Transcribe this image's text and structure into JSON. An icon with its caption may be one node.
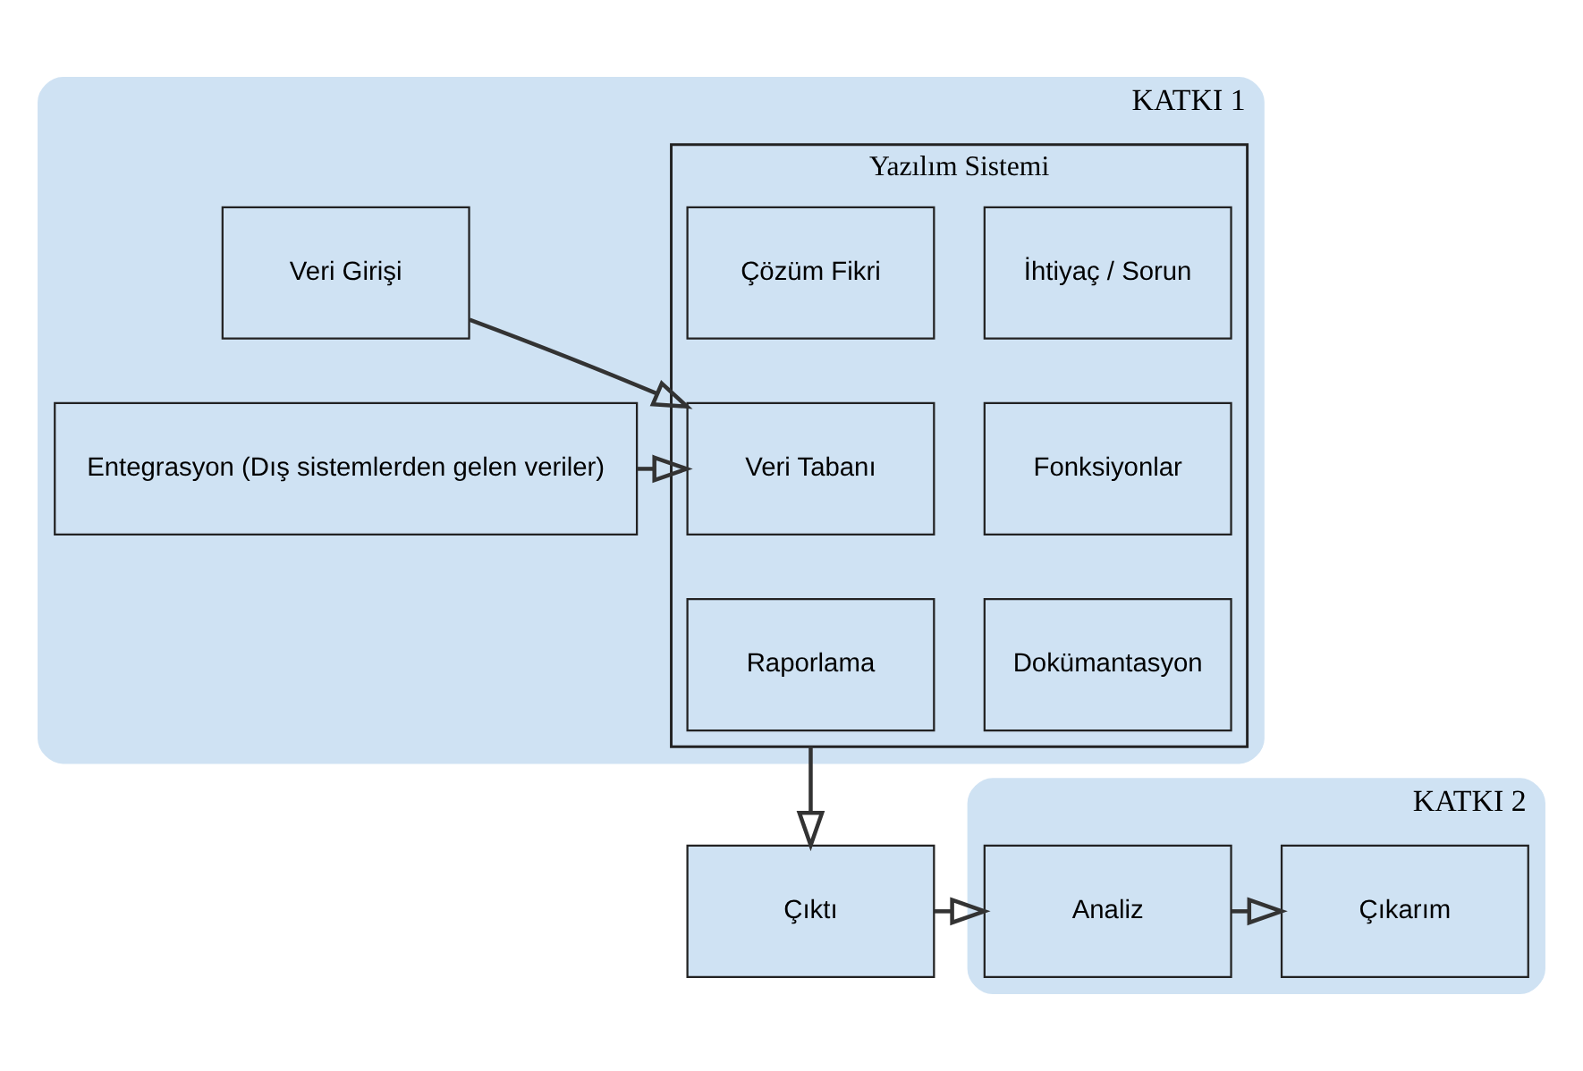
{
  "diagram": {
    "nodes": [
      {
        "text": [
          "KATKI 1"
        ]
      },
      {
        "text": [
          "Yazılım Sistemi"
        ],
        "in": 0
      },
      {
        "text": [
          "İhtiyaç / Sorun"
        ],
        "in": 1
      },
      {
        "text": [
          "Çözüm Fikri"
        ],
        "in": 1
      },
      {
        "text": [
          "Fonksiyonlar"
        ],
        "in": 1
      },
      {
        "text": [
          "Veri Tabanı"
        ],
        "in": 1
      },
      {
        "text": [
          "Dokümantasyon"
        ],
        "in": 1
      },
      {
        "text": [
          "Raporlama"
        ],
        "in": 1
      },
      {
        "text": [
          "Veri Girişi"
        ],
        "in": 0
      },
      {
        "text": [
          "Entegrasyon (Dış sistemlerden gelen veriler)"
        ],
        "in": 0
      },
      {
        "text": [
          "Çıktı"
        ]
      },
      {
        "text": [
          "KATKI 2"
        ]
      },
      {
        "text": [
          "Analiz"
        ],
        "in": 11
      },
      {
        "text": [
          "Çıkarım"
        ],
        "in": 11
      }
    ],
    "edges": [
      {
        "from": 8,
        "to": 5,
        "arrow": "to"
      },
      {
        "from": 9,
        "to": 5,
        "arrow": "to"
      },
      {
        "from": 1,
        "to": 10,
        "arrow": "to"
      },
      {
        "from": 10,
        "to": 12,
        "arrow": "to"
      },
      {
        "from": 12,
        "to": 13,
        "arrow": "to"
      }
    ]
  }
}
